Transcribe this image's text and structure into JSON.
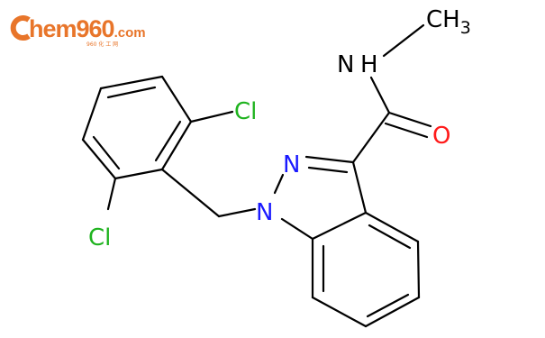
{
  "logo": {
    "brand": "hem960",
    "domain": ".com",
    "subtitle": "960 化 工 网",
    "color": "#e8752a"
  },
  "molecule": {
    "atoms": {
      "cl_top": "Cl",
      "cl_bottom": "Cl",
      "n_indazole_2": "N",
      "n_indazole_1": "N",
      "n_amide": "N",
      "h_amide": "H",
      "o_carbonyl": "O",
      "ch3": "CH",
      "ch3_sub": "3"
    },
    "colors": {
      "bond": "#000000",
      "chlorine": "#1fb31f",
      "nitrogen": "#1a1aff",
      "oxygen": "#ff1a1a",
      "carbon_label": "#000000"
    }
  }
}
